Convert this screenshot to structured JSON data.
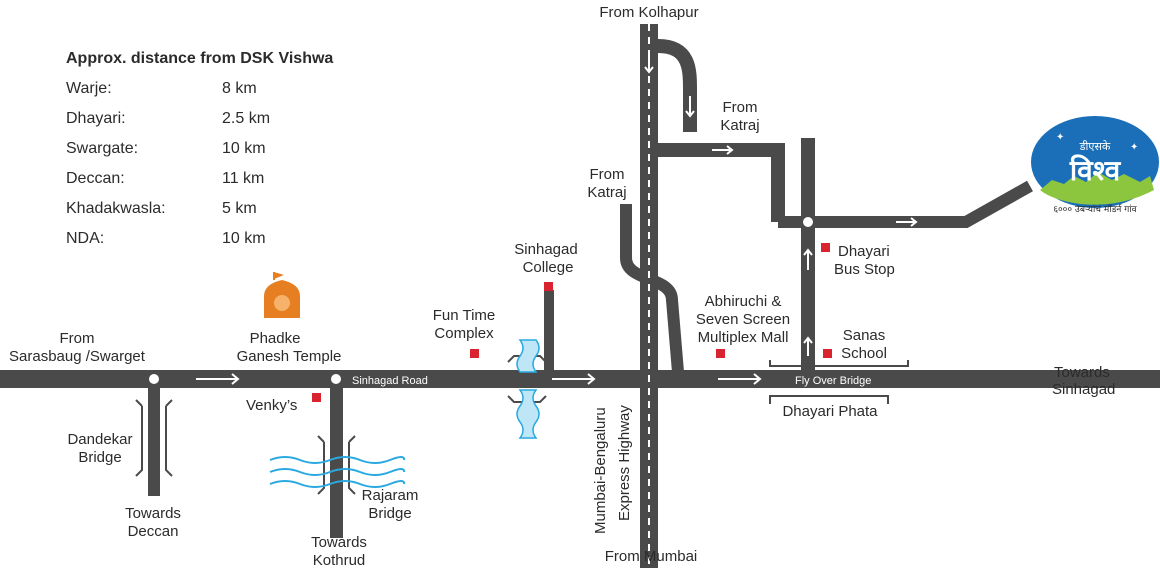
{
  "distance_table": {
    "title": "Approx. distance from DSK Vishwa",
    "rows": [
      {
        "place": "Warje:",
        "distance": "8 km"
      },
      {
        "place": "Dhayari:",
        "distance": "2.5 km"
      },
      {
        "place": "Swargate:",
        "distance": "10 km"
      },
      {
        "place": "Deccan:",
        "distance": "11 km"
      },
      {
        "place": "Khadakwasla:",
        "distance": "5 km"
      },
      {
        "place": "NDA:",
        "distance": "10 km"
      }
    ]
  },
  "labels": {
    "from_kolhapur": "From Kolhapur",
    "from_katraj_right_1": "From",
    "from_katraj_right_2": "Katraj",
    "from_katraj_left_1": "From",
    "from_katraj_left_2": "Katraj",
    "sinhagad_college_1": "Sinhagad",
    "sinhagad_college_2": "College",
    "dhayari_bus_stop_1": "Dhayari",
    "dhayari_bus_stop_2": "Bus Stop",
    "abhiruchi_1": "Abhiruchi &",
    "abhiruchi_2": "Seven Screen",
    "abhiruchi_3": "Multiplex Mall",
    "sanas_school_1": "Sanas",
    "sanas_school_2": "School",
    "fun_time_1": "Fun Time",
    "fun_time_2": "Complex",
    "phadke_1": "Phadke",
    "phadke_2": "Ganesh Temple",
    "from_sarasbaug_1": "From",
    "from_sarasbaug_2": "Sarasbaug /Swarget",
    "sinhagad_road": "Sinhagad Road",
    "venkys": "Venky’s",
    "fly_over_bridge": "Fly Over Bridge",
    "towards_sinhagad_1": "Towards",
    "towards_sinhagad_2": "Sinhagad",
    "dhayari_phata": "Dhayari Phata",
    "dandekar_1": "Dandekar",
    "dandekar_2": "Bridge",
    "towards_deccan_1": "Towards",
    "towards_deccan_2": "Deccan",
    "rajaram_1": "Rajaram",
    "rajaram_2": "Bridge",
    "towards_kothrud_1": "Towards",
    "towards_kothrud_2": "Kothrud",
    "highway_1": "Mumbai-Bengaluru",
    "highway_2": "Express Highway",
    "from_mumbai": "From Mumbai"
  },
  "logo": {
    "top_text": "डीएसके",
    "main_text": "विश्व",
    "tagline": "६००० उंबऱ्यांचं मॉडर्न गांव"
  },
  "colors": {
    "road": "#4a4a4a",
    "marker": "#d9232e",
    "water": "#29a9e0",
    "temple": "#e67e22",
    "logo_blue": "#1b6fb8"
  }
}
